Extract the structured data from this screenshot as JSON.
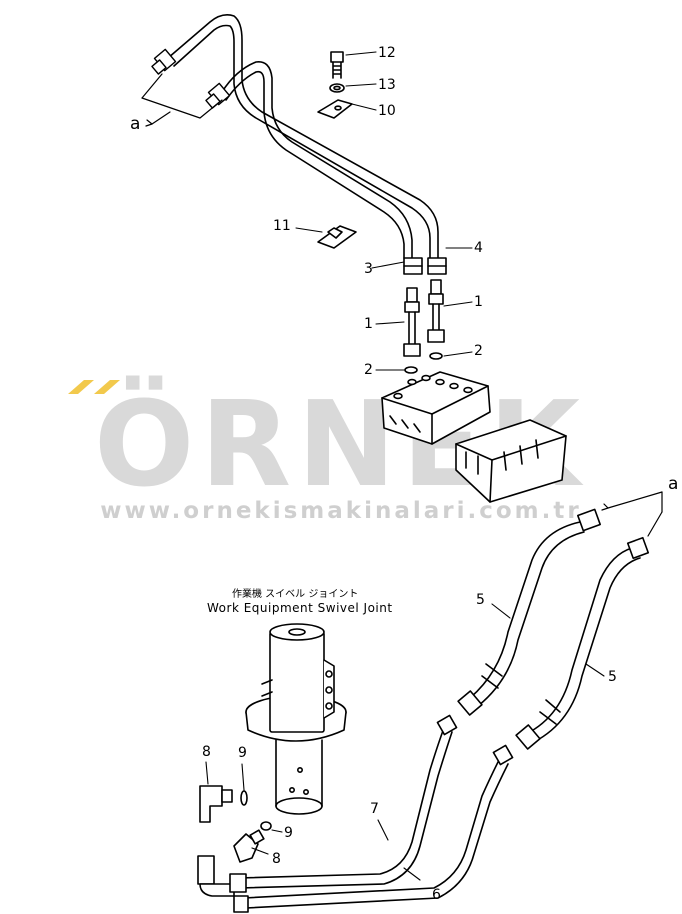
{
  "watermark": {
    "logo_text": "ÖRNEK",
    "url_text": "www.ornekismakinalari.com.tr",
    "accent_color": "#f2c94c",
    "text_color": "#d9d9d9"
  },
  "caption": {
    "japanese": "作業機 スイベル ジョイント",
    "english": "Work Equipment Swivel Joint"
  },
  "callouts": {
    "c1a": "1",
    "c1b": "1",
    "c2a": "2",
    "c2b": "2",
    "c3": "3",
    "c4": "4",
    "c5a": "5",
    "c5b": "5",
    "c6": "6",
    "c7": "7",
    "c8a": "8",
    "c8b": "8",
    "c9a": "9",
    "c9b": "9",
    "c10": "10",
    "c11": "11",
    "c12": "12",
    "c13": "13",
    "ref_a_top": "a",
    "ref_a_right": "a"
  }
}
